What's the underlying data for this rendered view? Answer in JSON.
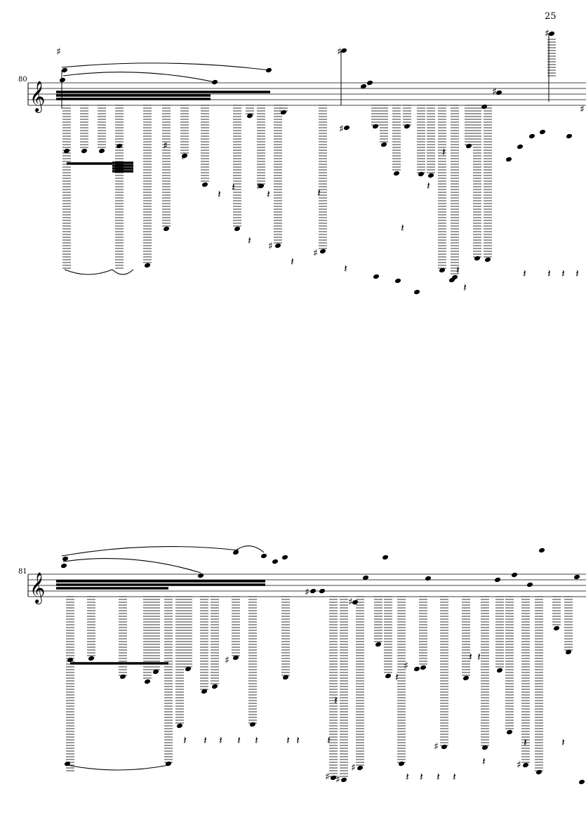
{
  "page": {
    "number": "25"
  },
  "systems": [
    {
      "measure_number": "80",
      "clef": "treble",
      "accidental": "♯"
    },
    {
      "measure_number": "81",
      "clef": "treble",
      "accidental": "♯"
    }
  ],
  "colors": {
    "ink": "#000000",
    "paper": "#ffffff"
  },
  "icons": {
    "clef": "treble-clef-icon",
    "rest": "quarter-rest-icon",
    "notehead": "filled-notehead-icon"
  }
}
